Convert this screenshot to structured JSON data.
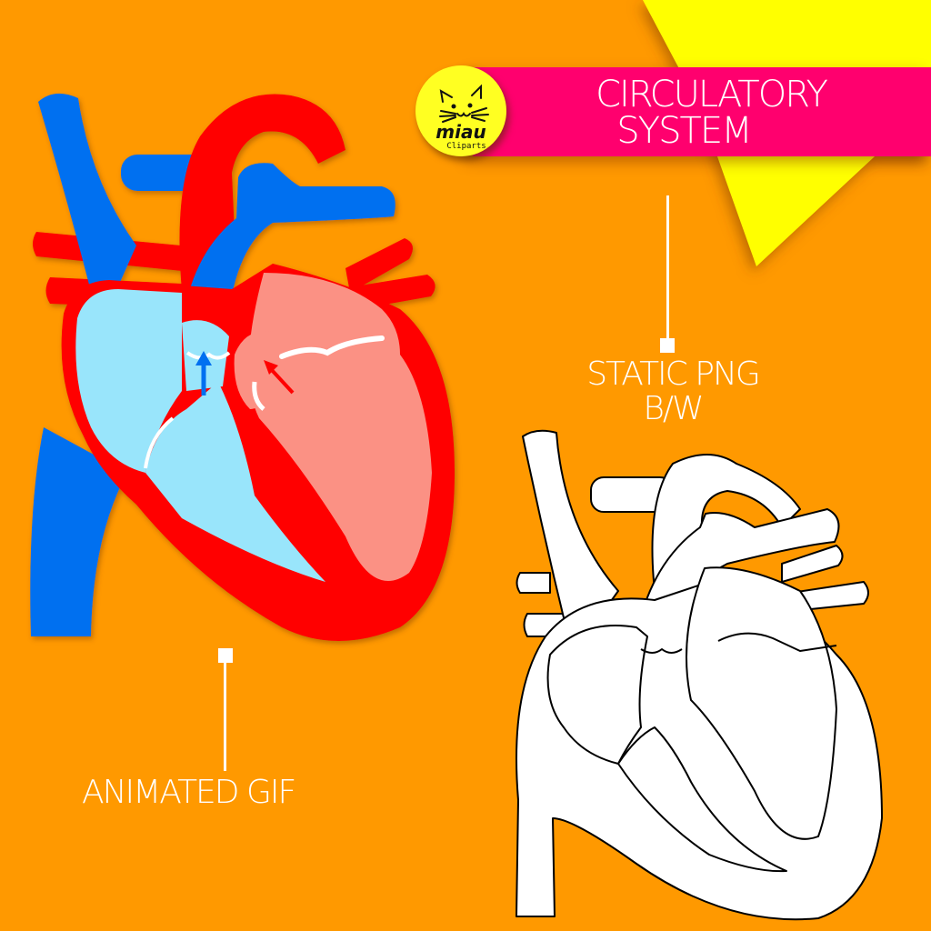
{
  "background_color": "#ff9900",
  "banner": {
    "title_line1": "CIRCULATORY",
    "title_line2": "SYSTEM",
    "color": "#ff006e",
    "accent_triangle_color": "#ffff00"
  },
  "logo": {
    "brand": "miau",
    "subtitle": "Cliparts",
    "color": "#ffff22"
  },
  "callouts": {
    "static": {
      "line1": "STATIC PNG",
      "line2": "B/W"
    },
    "animated": {
      "label": "ANIMATED GIF"
    }
  },
  "illustrations": {
    "colored_heart": {
      "label": "colored heart diagram",
      "colors": {
        "vein": "#0070f0",
        "artery": "#ff0000",
        "right_chambers": "#99e5fb",
        "left_chambers": "#fb9184"
      }
    },
    "outline_heart": {
      "label": "black and white heart outline",
      "colors": {
        "fill": "#ffffff",
        "stroke": "#000000"
      }
    }
  }
}
